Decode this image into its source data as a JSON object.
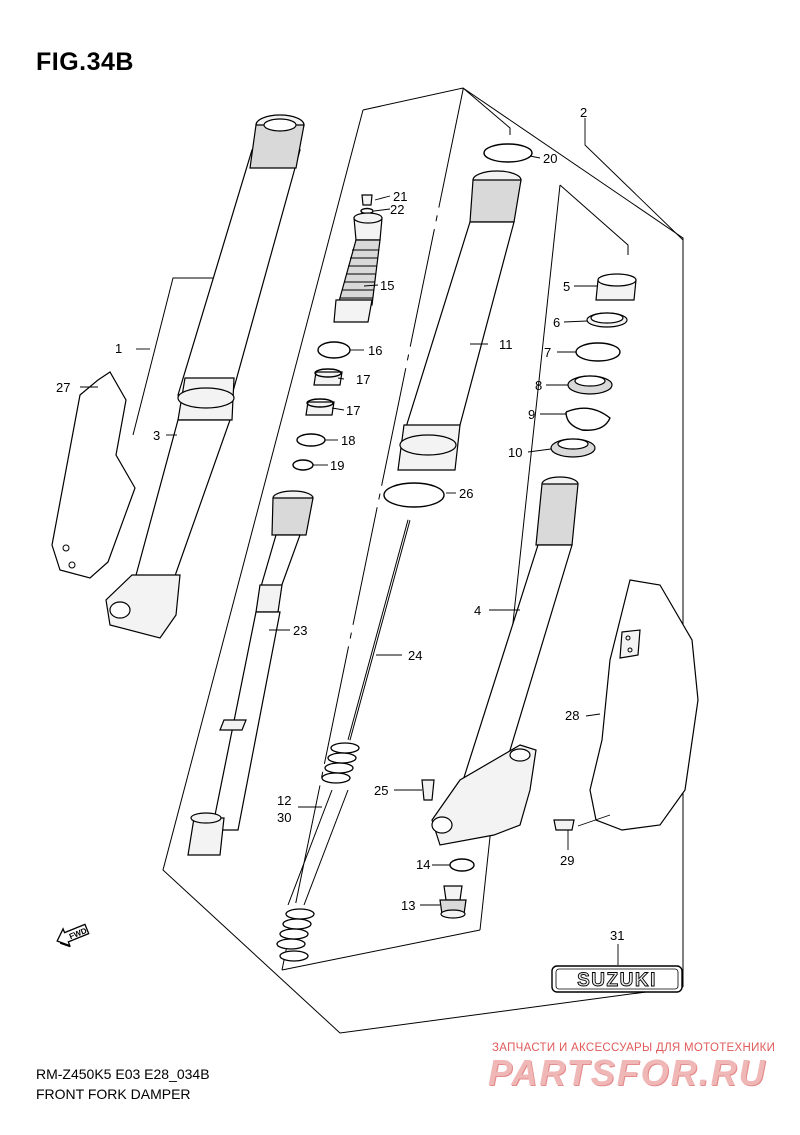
{
  "figure": {
    "title": "FIG.34B",
    "model_code": "RM-Z450K5 E03 E28_034B",
    "name": "FRONT FORK DAMPER"
  },
  "watermark": {
    "tagline": "ЗАПЧАСТИ И АКСЕССУАРЫ ДЛЯ МОТОТЕХНИКИ",
    "brand": "PARTSFOR.RU"
  },
  "direction_badge": "FWD",
  "emblem_text": "SUZUKI",
  "callouts": [
    "1",
    "2",
    "3",
    "4",
    "5",
    "6",
    "7",
    "8",
    "9",
    "10",
    "11",
    "12",
    "30",
    "13",
    "14",
    "15",
    "16",
    "17",
    "17",
    "18",
    "19",
    "20",
    "21",
    "22",
    "23",
    "24",
    "25",
    "26",
    "27",
    "28",
    "29",
    "31"
  ]
}
